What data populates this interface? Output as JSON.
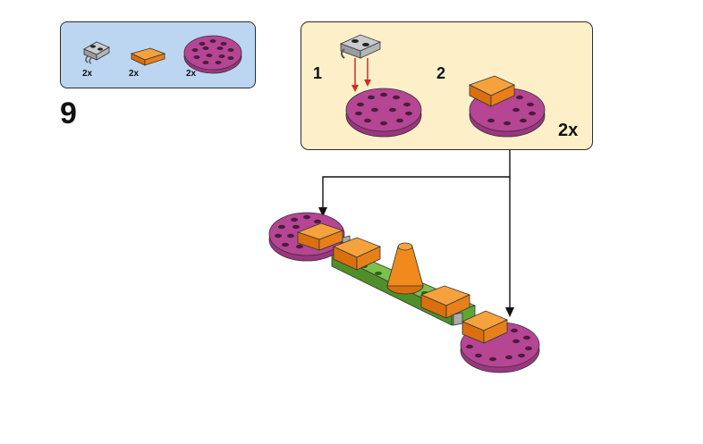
{
  "parts_list": {
    "items": [
      {
        "icon": "grey-clip-plate-icon",
        "quantity": "2x"
      },
      {
        "icon": "orange-curved-slope-icon",
        "quantity": "2x"
      },
      {
        "icon": "magenta-round-plate-icon",
        "quantity": "2x"
      }
    ]
  },
  "step": {
    "number": "9"
  },
  "callout": {
    "substeps": [
      {
        "number": "1"
      },
      {
        "number": "2"
      }
    ],
    "multiplier": "2x"
  },
  "colors": {
    "parts_background": "#bcd6f1",
    "callout_background": "#fdf0c8",
    "magenta": "#b64594",
    "orange": "#f08a1d",
    "green": "#5fa635",
    "grey": "#a9abad",
    "arrow_red": "#d32a1f"
  }
}
